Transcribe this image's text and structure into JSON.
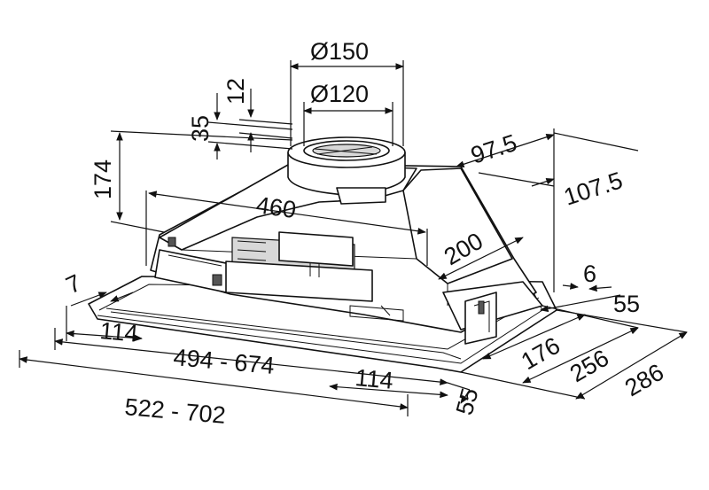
{
  "labels": {
    "d150": "Ø150",
    "d120": "Ø120",
    "h12": "12",
    "h35": "35",
    "h174": "174",
    "w460": "460",
    "d975": "97.5",
    "d1075": "107.5",
    "d200": "200",
    "d6": "6",
    "d55r": "55",
    "d7": "7",
    "w114a": "114",
    "w494": "494 - 674",
    "w114b": "114",
    "w522": "522 - 702",
    "d55b": "55",
    "d176": "176",
    "d256": "256",
    "d286": "286"
  }
}
